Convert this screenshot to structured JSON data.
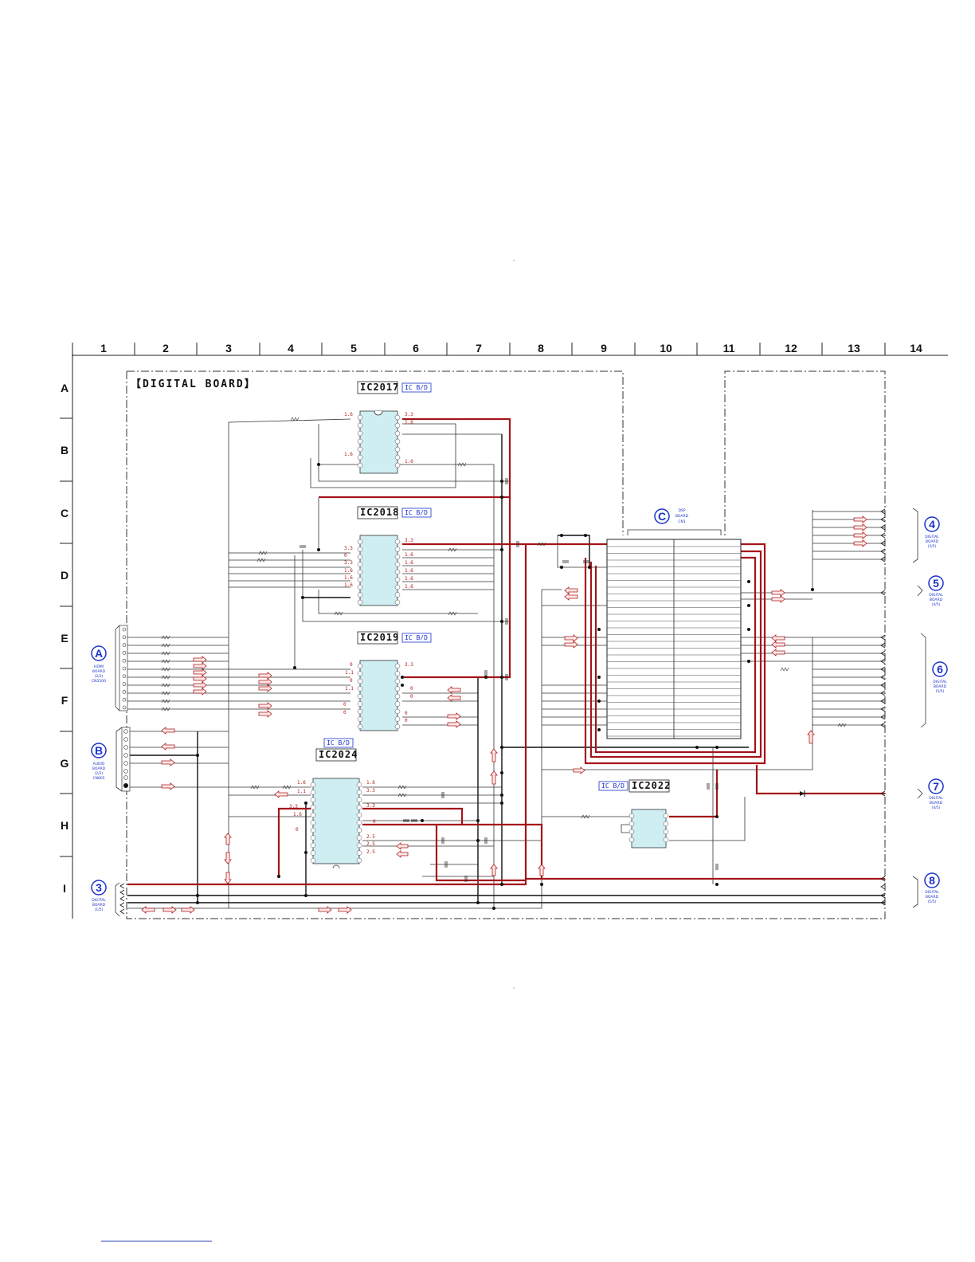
{
  "grid": {
    "columns": [
      "1",
      "2",
      "3",
      "4",
      "5",
      "6",
      "7",
      "8",
      "9",
      "10",
      "11",
      "12",
      "13",
      "14"
    ],
    "rows": [
      "A",
      "B",
      "C",
      "D",
      "E",
      "F",
      "G",
      "H",
      "I"
    ]
  },
  "board_title": "【DIGITAL BOARD】",
  "ics": [
    {
      "id": "ic2017",
      "label": "IC2017",
      "tag": "IC B/D"
    },
    {
      "id": "ic2018",
      "label": "IC2018",
      "tag": "IC B/D"
    },
    {
      "id": "ic2019",
      "label": "IC2019",
      "tag": "IC B/D"
    },
    {
      "id": "ic2024",
      "label": "IC2024",
      "tag": "IC B/D"
    },
    {
      "id": "ic2022",
      "label": "IC2022",
      "tag": "IC B/D"
    }
  ],
  "dsp_connector": {
    "letter": "C",
    "lines": [
      "DSP",
      "BOARD",
      "CN1"
    ]
  },
  "left_connectors": [
    {
      "letter": "A",
      "lines": [
        "HDMI",
        "BOARD",
        "(2/3)",
        "CN5500"
      ]
    },
    {
      "letter": "B",
      "lines": [
        "AUDIO",
        "BOARD",
        "(2/2)",
        "CN605"
      ]
    },
    {
      "letter": "3",
      "lines": [
        "DIGITAL",
        "BOARD",
        "(1/5)"
      ]
    }
  ],
  "right_connectors": [
    {
      "letter": "4",
      "lines": [
        "DIGITAL",
        "BOARD",
        "(3/5)"
      ]
    },
    {
      "letter": "5",
      "lines": [
        "DIGITAL",
        "BOARD",
        "(4/5)"
      ]
    },
    {
      "letter": "6",
      "lines": [
        "DIGITAL",
        "BOARD",
        "(5/5)"
      ]
    },
    {
      "letter": "7",
      "lines": [
        "DIGITAL",
        "BOARD",
        "(4/5)"
      ]
    },
    {
      "letter": "8",
      "lines": [
        "DIGITAL",
        "BOARD",
        "(5/5)"
      ]
    }
  ],
  "voltages": {
    "ic2017_left": [
      "1.6",
      "1.6"
    ],
    "ic2017_right": [
      "3.3",
      "1.6",
      "1.6"
    ],
    "ic2018_left": [
      "3.3",
      "0",
      "3.3",
      "1.6",
      "1.6",
      "1.6"
    ],
    "ic2018_right": [
      "3.3",
      "1.6",
      "1.6",
      "1.6",
      "1.6",
      "1.6"
    ],
    "ic2019_left": [
      "0",
      "1.1",
      "0",
      "1.1",
      "0",
      "0"
    ],
    "ic2019_right": [
      "3.3",
      "0",
      "0",
      "0",
      "0"
    ],
    "ic2024_left": [
      "1.6",
      "1.1",
      "3.3",
      "1.6",
      "0"
    ],
    "ic2024_right": [
      "1.6",
      "3.3",
      "3.3",
      "0",
      "2.5",
      "2.5",
      "2.5"
    ]
  },
  "colors": {
    "power_line": "#a4141a",
    "ic_fill": "#cfeef2",
    "tag_blue": "#1a33c9"
  }
}
